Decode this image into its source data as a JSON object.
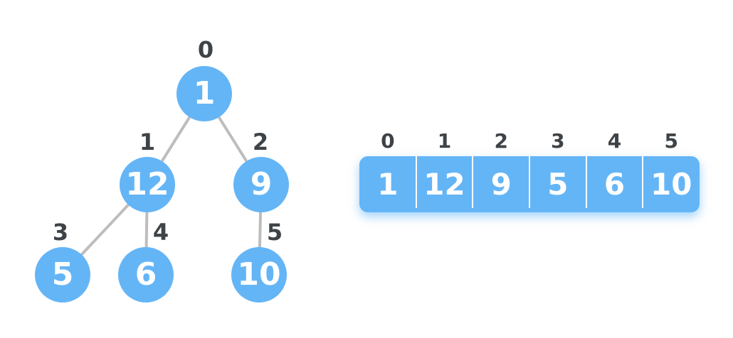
{
  "diagram": {
    "description": "Heap binary tree and its array representation",
    "colors": {
      "node_fill": "#64b5f6",
      "node_text": "#ffffff",
      "edge": "#bdbdbd",
      "index_label": "#3e4347",
      "array_fill": "#64b5f6",
      "array_divider": "#ffffff",
      "background": "#ffffff"
    }
  },
  "tree": {
    "nodes": [
      {
        "index": "0",
        "value": "1"
      },
      {
        "index": "1",
        "value": "12"
      },
      {
        "index": "2",
        "value": "9"
      },
      {
        "index": "3",
        "value": "5"
      },
      {
        "index": "4",
        "value": "6"
      },
      {
        "index": "5",
        "value": "10"
      }
    ],
    "edges": [
      {
        "from": "0",
        "to": "1"
      },
      {
        "from": "0",
        "to": "2"
      },
      {
        "from": "1",
        "to": "3"
      },
      {
        "from": "1",
        "to": "4"
      },
      {
        "from": "2",
        "to": "5"
      }
    ]
  },
  "array": {
    "indices": [
      "0",
      "1",
      "2",
      "3",
      "4",
      "5"
    ],
    "values": [
      "1",
      "12",
      "9",
      "5",
      "6",
      "10"
    ]
  }
}
